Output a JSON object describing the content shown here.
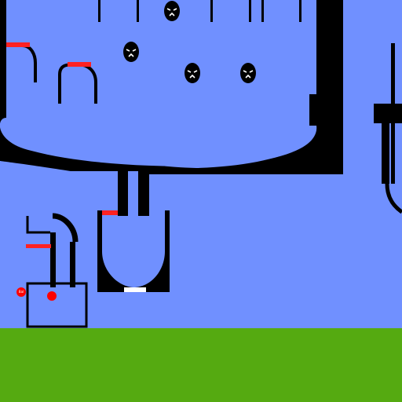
{
  "scene": {
    "colors": {
      "sky": "#7090ff",
      "ground": "#55aa11",
      "wall": "#000000",
      "hazard": "#ff2222",
      "goal": "#ffffff",
      "player": "#ff0000"
    },
    "characters": [
      {
        "name": "creature-1",
        "expression": "worried",
        "icon": "egg-creature-icon"
      },
      {
        "name": "creature-2",
        "expression": "worried",
        "icon": "egg-creature-icon"
      },
      {
        "name": "creature-3",
        "expression": "worried",
        "icon": "egg-creature-icon"
      },
      {
        "name": "creature-4",
        "expression": "worried",
        "icon": "egg-creature-icon"
      }
    ],
    "player_ball": {
      "icon": "ball-icon",
      "label": "Bal"
    },
    "hazards": 4,
    "goal": {
      "icon": "goal-pad"
    }
  }
}
